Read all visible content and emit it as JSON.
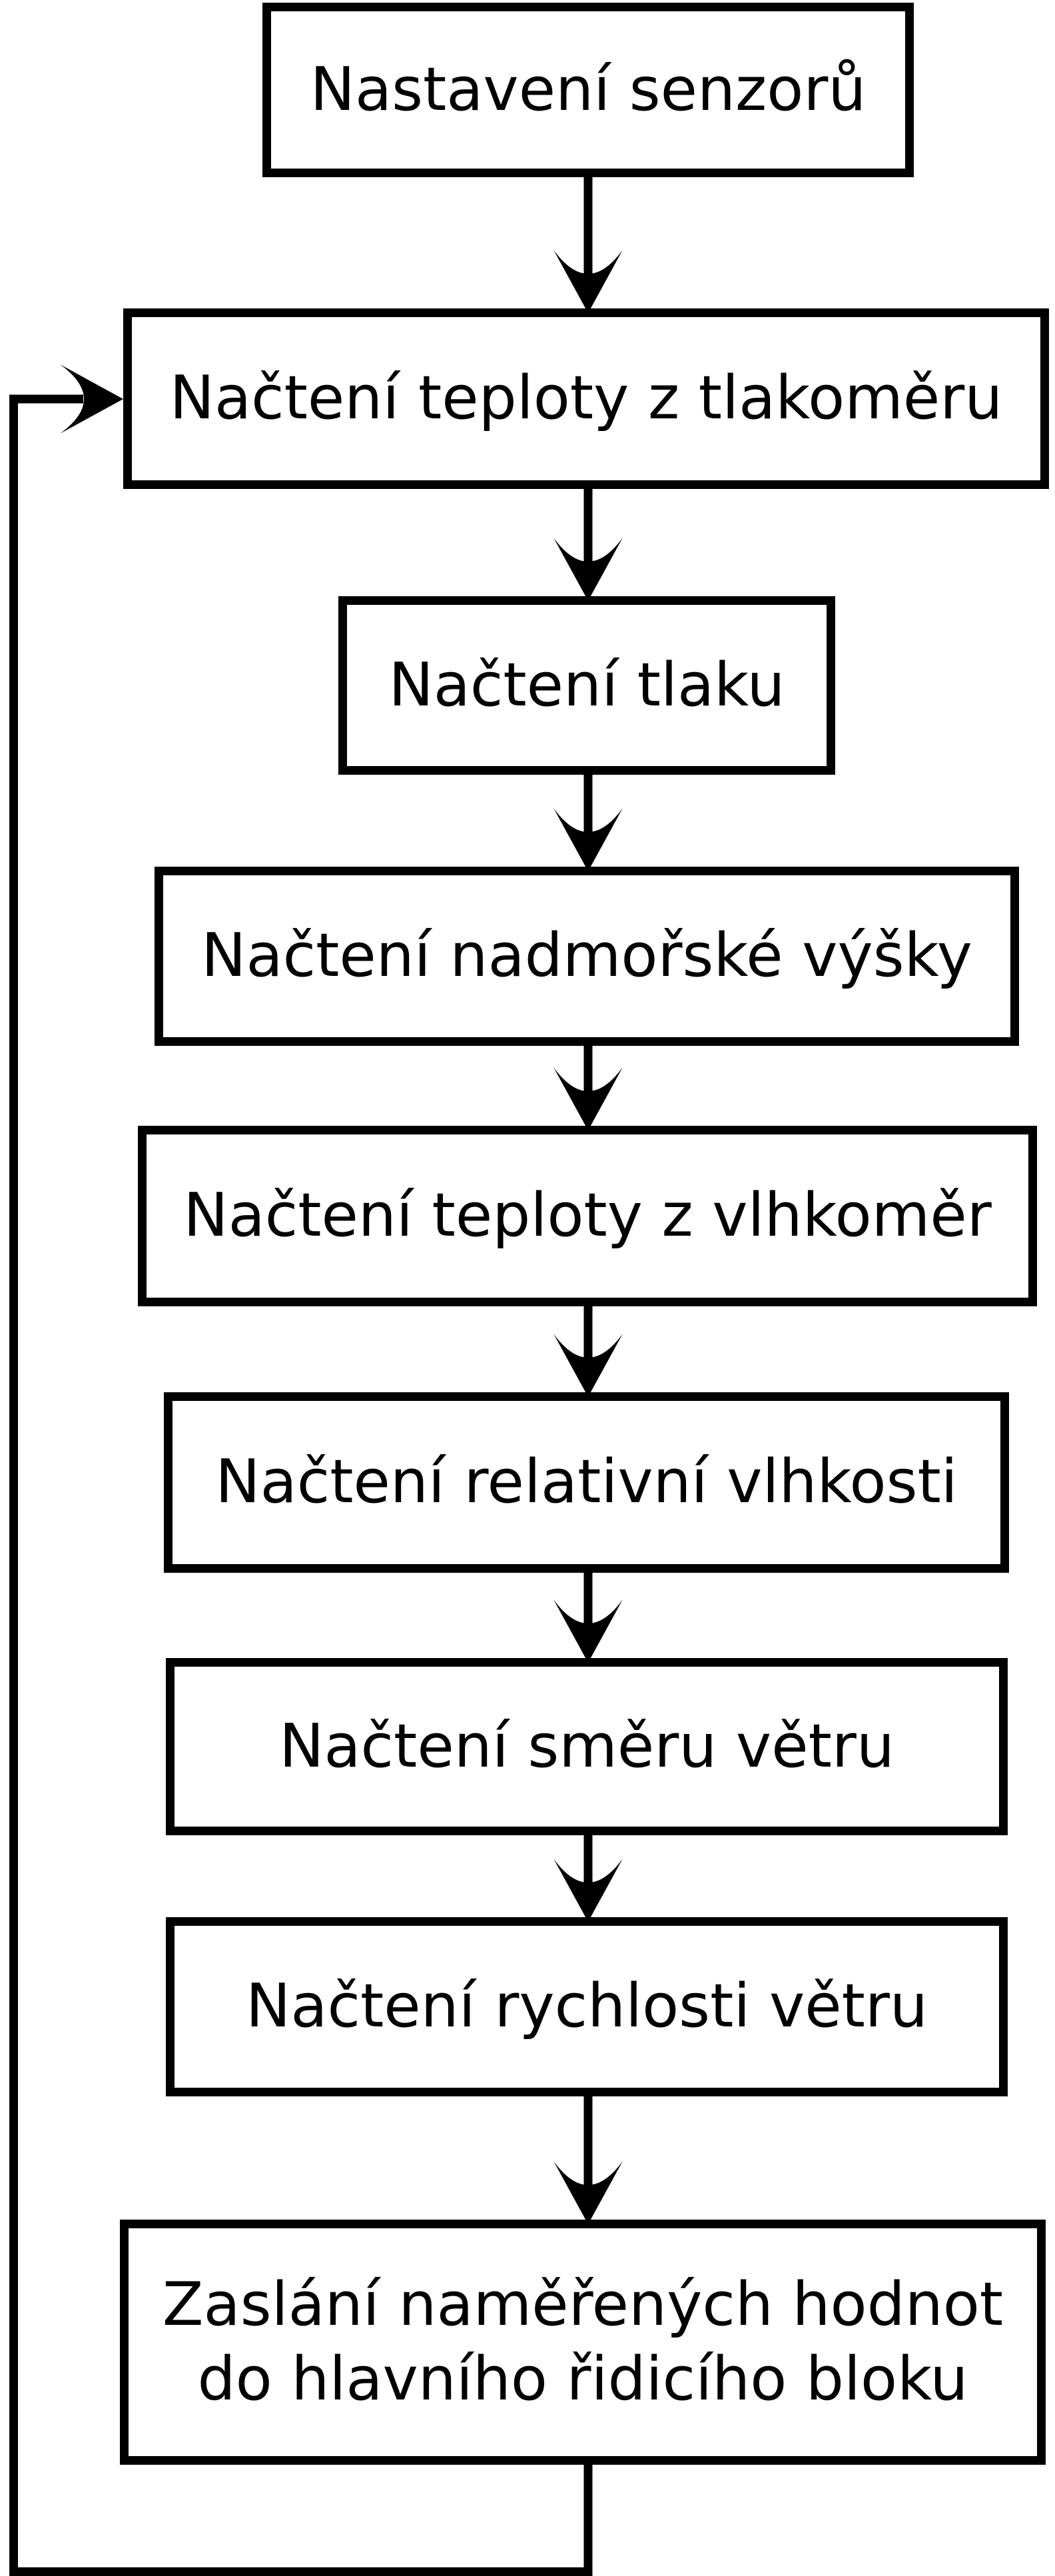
{
  "diagram": {
    "type": "flowchart",
    "language": "cs",
    "colors": {
      "background": "#ffffff",
      "stroke": "#000000",
      "text": "#000000"
    },
    "nodes": [
      {
        "id": "n1",
        "label": "Nastavení senzorů"
      },
      {
        "id": "n2",
        "label": "Načtení teploty z tlakoměru"
      },
      {
        "id": "n3",
        "label": "Načtení tlaku"
      },
      {
        "id": "n4",
        "label": "Načtení nadmořské výšky"
      },
      {
        "id": "n5",
        "label": "Načtení teploty z vlhkoměr"
      },
      {
        "id": "n6",
        "label": "Načtení relativní vlhkosti"
      },
      {
        "id": "n7",
        "label": "Načtení směru větru"
      },
      {
        "id": "n8",
        "label": "Načtení rychlosti větru"
      },
      {
        "id": "n9",
        "label": "Zaslání naměřených hodnot\ndo hlavního řidicího bloku"
      }
    ],
    "edges": [
      {
        "from": "n1",
        "to": "n2",
        "type": "arrow-down"
      },
      {
        "from": "n2",
        "to": "n3",
        "type": "arrow-down"
      },
      {
        "from": "n3",
        "to": "n4",
        "type": "arrow-down"
      },
      {
        "from": "n4",
        "to": "n5",
        "type": "arrow-down"
      },
      {
        "from": "n5",
        "to": "n6",
        "type": "arrow-down"
      },
      {
        "from": "n6",
        "to": "n7",
        "type": "arrow-down"
      },
      {
        "from": "n7",
        "to": "n8",
        "type": "arrow-down"
      },
      {
        "from": "n8",
        "to": "n9",
        "type": "arrow-down"
      },
      {
        "from": "n9",
        "to": "n2",
        "type": "loop-back-left"
      }
    ]
  }
}
